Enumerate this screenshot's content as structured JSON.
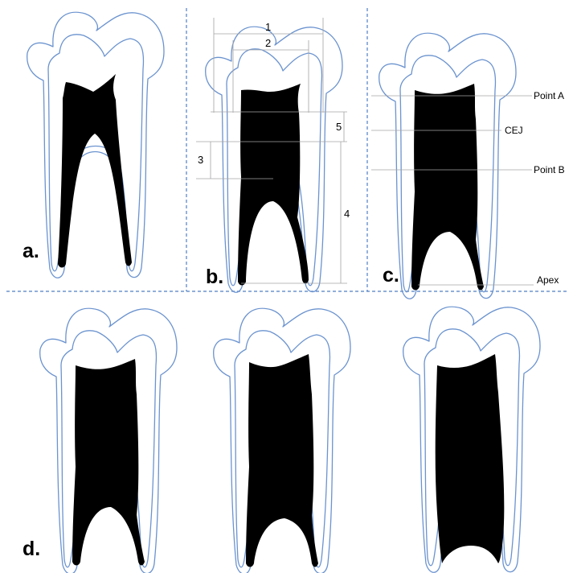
{
  "panel_labels": {
    "a": "a.",
    "b": "b.",
    "c": "c.",
    "d": "d."
  },
  "measurements": {
    "m1": "1",
    "m2": "2",
    "m3": "3",
    "m4": "4",
    "m5": "5"
  },
  "landmarks": {
    "point_a": "Point A",
    "cej": "CEJ",
    "point_b": "Point B",
    "apex": "Apex"
  },
  "colors": {
    "outline": "#6b93cf",
    "pulp": "#000000",
    "divider": "#4f7fc4",
    "guide": "#a4a4a4"
  }
}
